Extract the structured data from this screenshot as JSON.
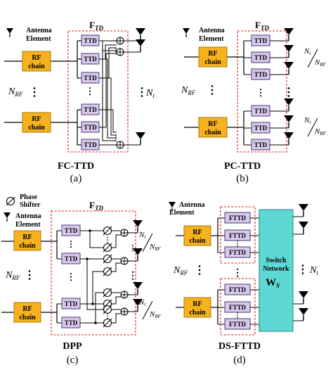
{
  "colors": {
    "rf_fill": "#F5B21E",
    "rf_stroke": "#B07800",
    "ttd_fill": "#D8C8EC",
    "ttd_stroke": "#4A3A73",
    "switch_fill": "#5ED8D4",
    "switch_stroke": "#2A8E8B",
    "dash": "#E02020"
  },
  "common": {
    "antenna_element": [
      "Antenna",
      "Element"
    ],
    "rf_chain": [
      "RF",
      "chain"
    ],
    "ttd": "TTD",
    "fttd": "FTTD",
    "dots": "⋮",
    "n_rf": "N",
    "n_rf_sub": "RF",
    "n_t": "N",
    "n_t_sub": "t",
    "f_td": "F",
    "f_td_sub": "TD"
  },
  "panels": {
    "a": {
      "name": "FC-TTD",
      "letter": "(a)"
    },
    "b": {
      "name": "PC-TTD",
      "letter": "(b)",
      "ratio_num": "N",
      "ratio_num_sub": "t",
      "ratio_den": "N",
      "ratio_den_sub": "RF"
    },
    "c": {
      "name": "DPP",
      "letter": "(c)",
      "phase_shifter": [
        "Phase",
        "Shifter"
      ]
    },
    "d": {
      "name": "DS-FTTD",
      "letter": "(d)",
      "switch": [
        "Switch",
        "Network"
      ],
      "switch_w": "W",
      "switch_w_sub": "S"
    }
  }
}
